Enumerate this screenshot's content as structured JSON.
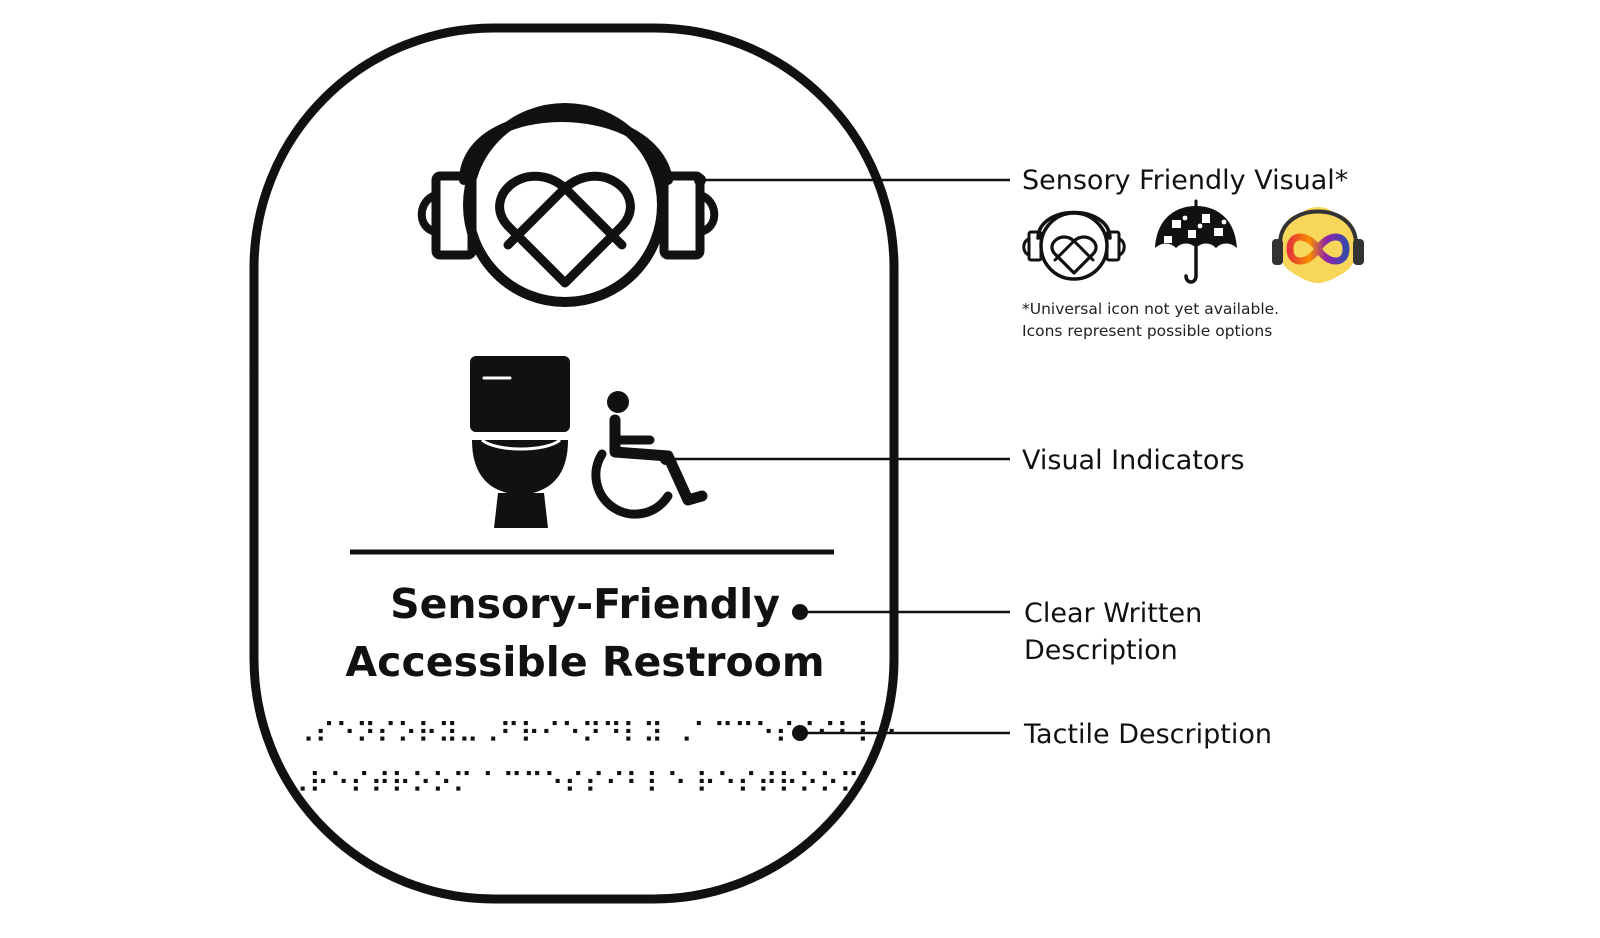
{
  "sign": {
    "title_line1": "Sensory-Friendly",
    "title_line2": "Accessible Restroom",
    "braille_line1": "⠠⠎⠑⠝⠎⠕⠗⠽⠤⠠⠋⠗⠊⠑⠝⠙⠇⠽ ⠠⠁⠉⠉⠑⠎⠎⠊⠃⠇⠑",
    "braille_line2": "⠠⠗⠑⠎⠞⠗⠕⠕⠍ ⠁⠉⠉⠑⠎⠎⠊⠃⠇⠑ ⠗⠑⠎⠞⠗⠕⠕⠍"
  },
  "callouts": {
    "sensory_visual": "Sensory Friendly Visual*",
    "visual_indicators": "Visual Indicators",
    "written_line1": "Clear Written",
    "written_line2": "Description",
    "tactile": "Tactile Description"
  },
  "note": {
    "line1": "*Universal icon not yet available.",
    "line2": "Icons represent possible options"
  },
  "icons": {
    "main_icon": "headphones-heart-icon",
    "option_1": "headphones-heart-icon",
    "option_2": "puzzle-umbrella-icon",
    "option_3": "rainbow-infinity-headphones-icon",
    "toilet": "toilet-icon",
    "wheelchair": "wheelchair-icon"
  },
  "colors": {
    "ink": "#111111",
    "option3_background": "#F7D65A",
    "infinity_gradient": [
      "#E53935",
      "#FB8C00",
      "#8E24AA",
      "#3949AB"
    ]
  }
}
